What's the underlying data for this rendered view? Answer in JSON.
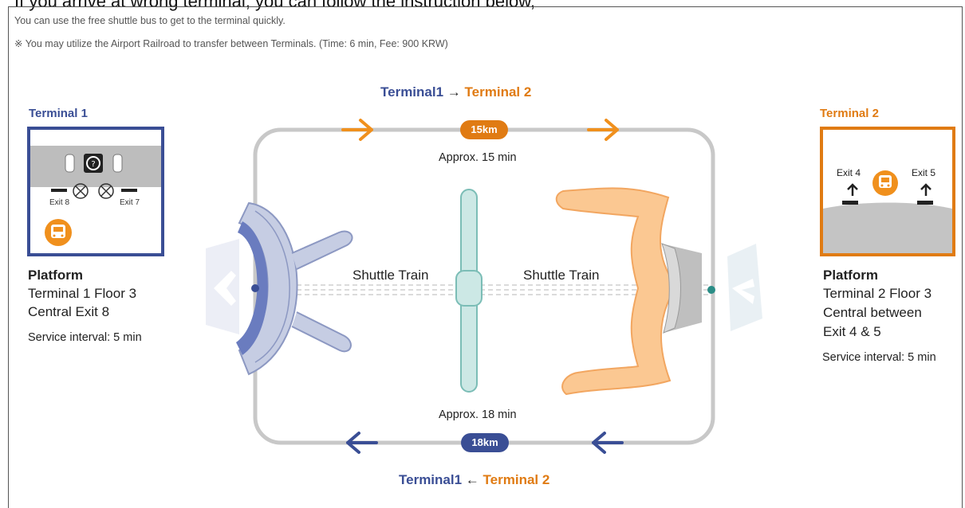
{
  "header": {
    "heading": "If you arrive at wrong terminal, you can follow the instruction below,",
    "note1": "You can use the free shuttle bus to get to the terminal quickly.",
    "note2": "※ You may utilize the Airport Railroad to transfer between Terminals. (Time: 6 min, Fee: 900 KRW)"
  },
  "colors": {
    "terminal1": "#3a4e95",
    "terminal2": "#e07b13",
    "track": "#c8c8c8",
    "shuttle_train": "#9fd0cc"
  },
  "route_top": {
    "from": "Terminal1",
    "arrow": "→",
    "to": "Terminal 2",
    "distance": "15km",
    "time": "Approx. 15 min"
  },
  "route_bottom": {
    "from": "Terminal1",
    "arrow": "←",
    "to": "Terminal 2",
    "distance": "18km",
    "time": "Approx. 18 min"
  },
  "shuttle_train": {
    "left_label": "Shuttle Train",
    "right_label": "Shuttle Train"
  },
  "terminal1": {
    "title": "Terminal 1",
    "map": {
      "exit_left": "Exit 8",
      "exit_right": "Exit 7"
    },
    "platform_heading": "Platform",
    "platform_lines": [
      "Terminal 1 Floor 3",
      "Central Exit 8"
    ],
    "interval": "Service interval: 5 min"
  },
  "terminal2": {
    "title": "Terminal 2",
    "map": {
      "exit_left": "Exit 4",
      "exit_right": "Exit 5"
    },
    "platform_heading": "Platform",
    "platform_lines": [
      "Terminal 2 Floor 3",
      "Central between",
      "Exit 4 & 5"
    ],
    "interval": "Service interval: 5 min"
  },
  "icons": [
    "bus-icon",
    "info-icon",
    "car-icon",
    "up-arrow-icon",
    "airplane-icon",
    "right-arrow-icon",
    "left-arrow-icon"
  ]
}
